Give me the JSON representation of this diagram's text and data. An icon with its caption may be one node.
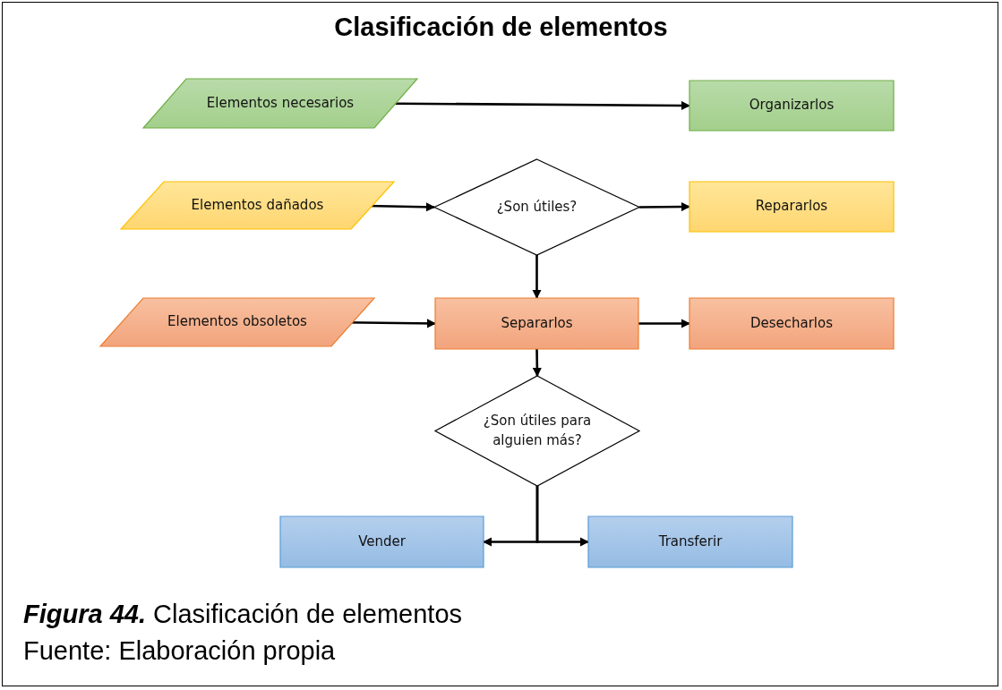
{
  "diagram": {
    "title": "Clasificación de elementos",
    "caption": "**Figura 44.** Clasificación de elementos",
    "nodes": [
      {
        "text": [
          "Elementos necesarios"
        ]
      },
      {
        "text": [
          "Organizarlos"
        ]
      },
      {
        "text": [
          "Elementos dañados"
        ]
      },
      {
        "text": [
          "¿Son útiles?"
        ]
      },
      {
        "text": [
          "Repararlos"
        ]
      },
      {
        "text": [
          "Elementos obsoletos"
        ]
      },
      {
        "text": [
          "Separarlos"
        ]
      },
      {
        "text": [
          "Desecharlos"
        ]
      },
      {
        "text": [
          "¿Son útiles para alguien más?"
        ]
      },
      {
        "text": [
          "Vender"
        ]
      },
      {
        "text": [
          "Transferir"
        ]
      }
    ],
    "edges": [
      {
        "from": 0,
        "to": 1,
        "arrow": "to"
      },
      {
        "from": 2,
        "to": 3,
        "arrow": "to"
      },
      {
        "from": 3,
        "to": 4,
        "arrow": "to"
      },
      {
        "from": 3,
        "to": 6,
        "arrow": "to"
      },
      {
        "from": 5,
        "to": 6,
        "arrow": "to"
      },
      {
        "from": 6,
        "to": 7,
        "arrow": "to"
      },
      {
        "from": 6,
        "to": 8,
        "arrow": "to"
      },
      {
        "from": 8,
        "to": 9,
        "arrow": "to"
      },
      {
        "from": 8,
        "to": 10,
        "arrow": "to"
      }
    ],
    "labels": [
      "Fuente: Elaboración propia"
    ]
  }
}
